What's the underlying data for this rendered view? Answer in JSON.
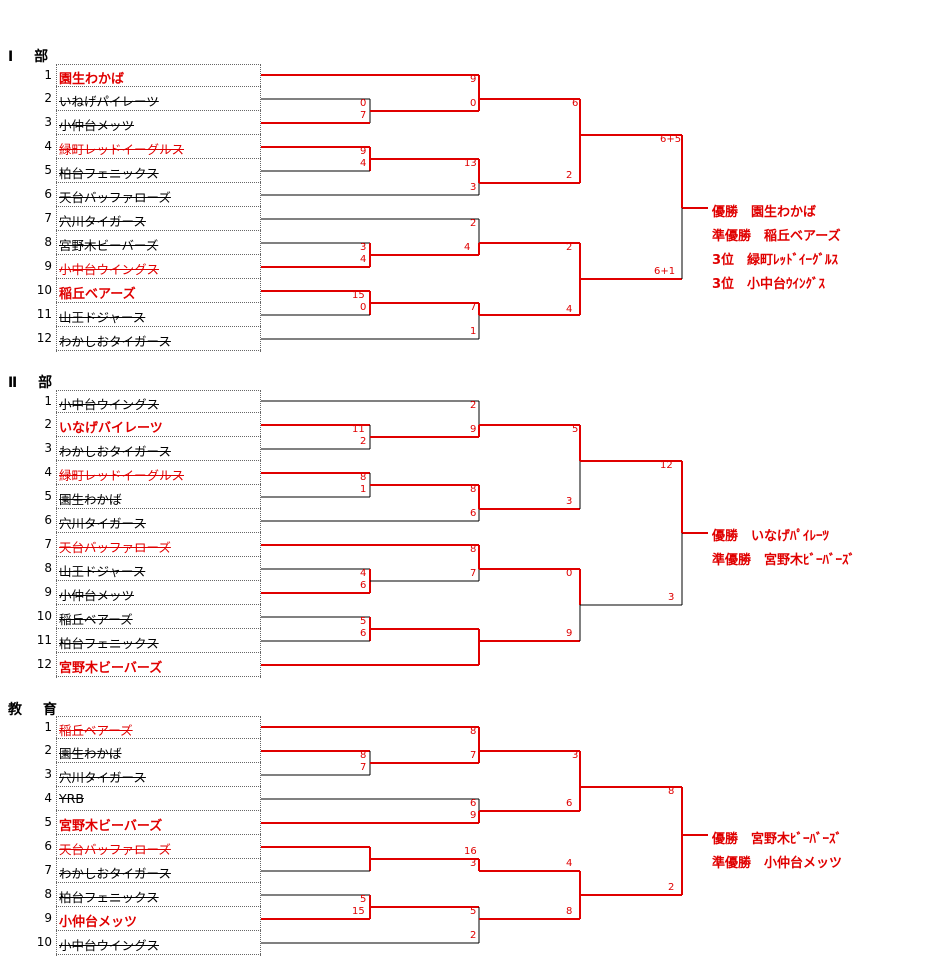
{
  "colors": {
    "win": "#e00000",
    "line": "#000000"
  },
  "divisions": [
    {
      "id": "d1",
      "title": "Ⅰ 部",
      "teams": [
        {
          "seed": "1",
          "name": "園生わかば",
          "style": "winner"
        },
        {
          "seed": "2",
          "name": "いねげパイレーツ",
          "style": "loser"
        },
        {
          "seed": "3",
          "name": "小仲台メッツ",
          "style": "loser"
        },
        {
          "seed": "4",
          "name": "緑町レッドイーグルス",
          "style": "red-loser"
        },
        {
          "seed": "5",
          "name": "柏台フェニックス",
          "style": "loser"
        },
        {
          "seed": "6",
          "name": "天台バッファローズ",
          "style": "loser"
        },
        {
          "seed": "7",
          "name": "穴川タイガース",
          "style": "loser"
        },
        {
          "seed": "8",
          "name": "宮野木ビーバーズ",
          "style": "loser"
        },
        {
          "seed": "9",
          "name": "小中台ウイングス",
          "style": "red-loser"
        },
        {
          "seed": "10",
          "name": "稲丘ベアーズ",
          "style": "winner"
        },
        {
          "seed": "11",
          "name": "山王ドジャース",
          "style": "loser"
        },
        {
          "seed": "12",
          "name": "わかしおタイガース",
          "style": "loser"
        }
      ],
      "scores": [
        "9",
        "0",
        "7",
        "0",
        "6",
        "9",
        "4",
        "13",
        "3",
        "2",
        "6+5",
        "2",
        "3",
        "4",
        "4",
        "2",
        "15",
        "0",
        "7",
        "1",
        "4",
        "6+1"
      ],
      "results": [
        "優勝　園生わかば",
        "準優勝　稲丘ベアーズ",
        "3位　緑町ﾚｯﾄﾞｲｰｸﾞﾙｽ",
        "3位　小中台ｳｲﾝｸﾞｽ"
      ]
    },
    {
      "id": "d2",
      "title": "Ⅱ 部",
      "teams": [
        {
          "seed": "1",
          "name": "小中台ウイングス",
          "style": "loser"
        },
        {
          "seed": "2",
          "name": "いなげバイレーツ",
          "style": "winner"
        },
        {
          "seed": "3",
          "name": "わかしおタイガース",
          "style": "loser"
        },
        {
          "seed": "4",
          "name": "緑町レッドイーグルス",
          "style": "red-loser"
        },
        {
          "seed": "5",
          "name": "園生わかば",
          "style": "loser"
        },
        {
          "seed": "6",
          "name": "穴川タイガース",
          "style": "loser"
        },
        {
          "seed": "7",
          "name": "天台バッファローズ",
          "style": "red-loser"
        },
        {
          "seed": "8",
          "name": "山王ドジャース",
          "style": "loser"
        },
        {
          "seed": "9",
          "name": "小仲台メッツ",
          "style": "loser"
        },
        {
          "seed": "10",
          "name": "稲丘ベアーズ",
          "style": "loser"
        },
        {
          "seed": "11",
          "name": "柏台フェニックス",
          "style": "loser"
        },
        {
          "seed": "12",
          "name": "宮野木ビーバーズ",
          "style": "winner"
        }
      ],
      "scores": [
        "2",
        "11",
        "2",
        "9",
        "5",
        "8",
        "1",
        "8",
        "6",
        "3",
        "12",
        "8",
        "4",
        "6",
        "7",
        "0",
        "5",
        "6",
        "9",
        "3"
      ],
      "results": [
        "優勝　いなげﾊﾟｲﾚｰﾂ",
        "準優勝　宮野木ﾋﾞｰﾊﾞｰｽﾞ"
      ]
    },
    {
      "id": "d3",
      "title": "教 育",
      "teams": [
        {
          "seed": "1",
          "name": "稲丘ベアーズ",
          "style": "red-loser"
        },
        {
          "seed": "2",
          "name": "園生わかば",
          "style": "loser"
        },
        {
          "seed": "3",
          "name": "穴川タイガース",
          "style": "loser"
        },
        {
          "seed": "4",
          "name": "YRB",
          "style": "loser"
        },
        {
          "seed": "5",
          "name": "宮野木ビーバーズ",
          "style": "winner"
        },
        {
          "seed": "6",
          "name": "天台バッファローズ",
          "style": "red-loser"
        },
        {
          "seed": "7",
          "name": "わかしおタイガース",
          "style": "loser"
        },
        {
          "seed": "8",
          "name": "柏台フェニックス",
          "style": "loser"
        },
        {
          "seed": "9",
          "name": "小仲台メッツ",
          "style": "winner"
        },
        {
          "seed": "10",
          "name": "小中台ウイングス",
          "style": "loser"
        }
      ],
      "scores": [
        "8",
        "8",
        "7",
        "7",
        "3",
        "6",
        "9",
        "6",
        "8",
        "16",
        "3",
        "4",
        "5",
        "15",
        "5",
        "2",
        "8",
        "2"
      ],
      "results": [
        "優勝　宮野木ﾋﾞｰﾊﾞｰｽﾞ",
        "準優勝　小仲台メッツ"
      ]
    }
  ]
}
